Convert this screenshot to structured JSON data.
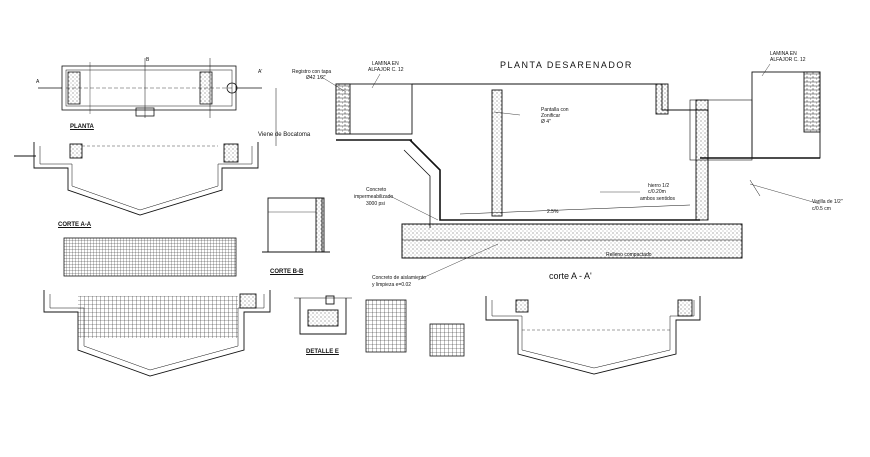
{
  "titles": {
    "planta_desarenador": "PLANTA DESARENADOR",
    "planta": "PLANTA",
    "corte_aa_small": "CORTE A-A",
    "corte_bb": "CORTE B-B",
    "detalle_e": "DETALLE E",
    "corte_aa_main": "corte A - A'"
  },
  "notes": {
    "lamina_left": [
      "LAMINA EN",
      "ALFAJOR C. 12"
    ],
    "lamina_right": [
      "LAMINA EN",
      "ALFAJOR C. 12"
    ],
    "registro": [
      "Registro con tapa",
      "Ø42 1/2\""
    ],
    "pantalla": [
      "Pantalla con",
      "Zonificar",
      "Ø 4\""
    ],
    "viene": "Viene de Bocatoma",
    "concreto_imp": [
      "Concreto",
      "impermeabilizado",
      "3000 psi"
    ],
    "hierro": [
      "hierro 1/2",
      "c/0.20m",
      "ambos sentidos"
    ],
    "varilla": [
      "Varilla de 1/2\"",
      "c/0.5 cm"
    ],
    "slope": "2.5%",
    "relleno": "Relleno compactado",
    "concreto_ais": [
      "Concreto de aislamiento",
      "y limpieza e=0.02"
    ]
  },
  "markers": {
    "a": "A",
    "b": "B",
    "a_prime": "A'"
  },
  "colors": {
    "ink": "#111111",
    "paper": "#ffffff"
  }
}
